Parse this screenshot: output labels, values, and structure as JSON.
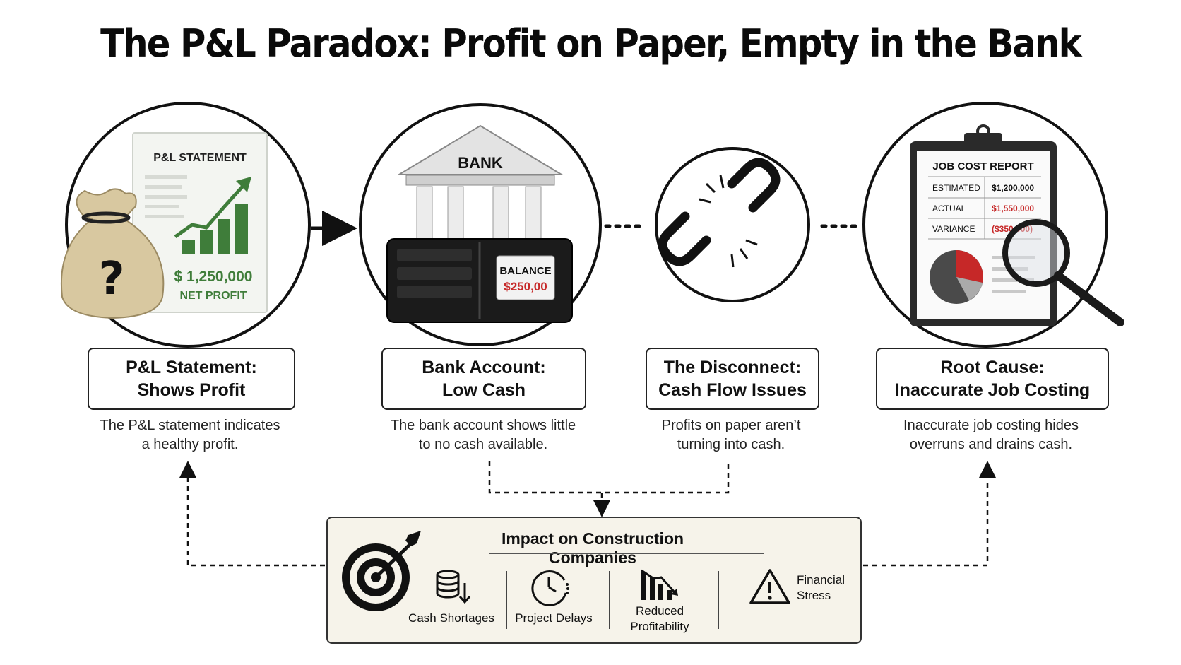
{
  "title": "The P&L Paradox: Profit on Paper, Empty in the Bank",
  "steps": [
    {
      "card_line1": "P&L Statement:",
      "card_line2": "Shows Profit",
      "desc_line1": "The P&L statement indicates",
      "desc_line2": "a healthy profit."
    },
    {
      "card_line1": "Bank Account:",
      "card_line2": "Low Cash",
      "desc_line1": "The bank account shows little",
      "desc_line2": "to no cash available."
    },
    {
      "card_line1": "The Disconnect:",
      "card_line2": "Cash Flow Issues",
      "desc_line1": "Profits on paper aren’t",
      "desc_line2": "turning into cash."
    },
    {
      "card_line1": "Root Cause:",
      "card_line2": "Inaccurate Job Costing",
      "desc_line1": "Inaccurate job costing hides",
      "desc_line2": "overruns and drains cash."
    }
  ],
  "illustrations": {
    "pl": {
      "doc_title": "P&L STATEMENT",
      "amount": "$ 1,250,000",
      "amount_label": "NET PROFIT",
      "bag_mark": "?"
    },
    "bank": {
      "sign": "BANK",
      "balance_label": "BALANCE",
      "balance_value": "$250,00"
    },
    "report": {
      "title": "JOB COST REPORT",
      "rows": [
        {
          "label": "ESTIMATED",
          "value": "$1,200,000",
          "color": "#111111"
        },
        {
          "label": "ACTUAL",
          "value": "$1,550,000",
          "color": "#c62828"
        },
        {
          "label": "VARIANCE",
          "value": "($350,000)",
          "color": "#c62828"
        }
      ]
    }
  },
  "impact": {
    "title": "Impact on Construction Companies",
    "items": [
      {
        "label_line1": "Cash Shortages",
        "label_line2": ""
      },
      {
        "label_line1": "Project Delays",
        "label_line2": ""
      },
      {
        "label_line1": "Reduced",
        "label_line2": "Profitability"
      },
      {
        "label_line1": "Financial",
        "label_line2": "Stress"
      }
    ]
  },
  "colors": {
    "profit_green": "#3f7d3a",
    "loss_red": "#c62828",
    "bag_tan": "#d8c8a0",
    "impact_bg": "#f6f3ea"
  }
}
